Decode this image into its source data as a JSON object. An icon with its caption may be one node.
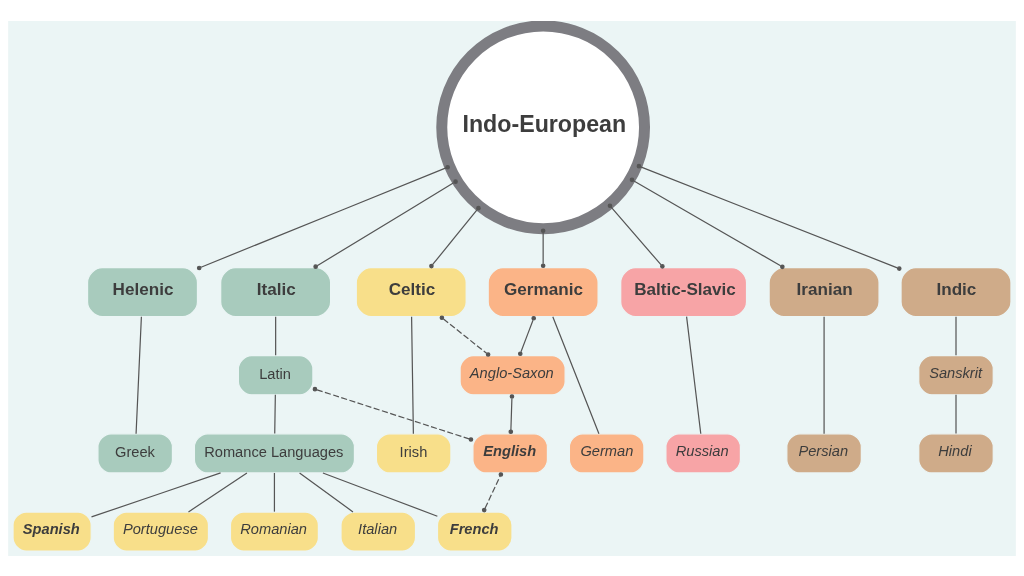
{
  "diagram": {
    "nodes": [
      {
        "text": [
          "Indo-European"
        ]
      },
      {
        "text": [
          "Helenic"
        ]
      },
      {
        "text": [
          "Italic"
        ]
      },
      {
        "text": [
          "Celtic"
        ]
      },
      {
        "text": [
          "Germanic"
        ]
      },
      {
        "text": [
          "Baltic-Slavic"
        ]
      },
      {
        "text": [
          "Iranian"
        ]
      },
      {
        "text": [
          "Indic"
        ]
      },
      {
        "text": [
          "Latin"
        ]
      },
      {
        "text": [
          "Anglo-Saxon"
        ]
      },
      {
        "text": [
          "Sanskrit"
        ]
      },
      {
        "text": [
          "Greek"
        ]
      },
      {
        "text": [
          "Romance Languages"
        ]
      },
      {
        "text": [
          "Irish"
        ]
      },
      {
        "text": [
          "English"
        ]
      },
      {
        "text": [
          "German"
        ]
      },
      {
        "text": [
          "Russian"
        ]
      },
      {
        "text": [
          "Persian"
        ]
      },
      {
        "text": [
          "Hindi"
        ]
      },
      {
        "text": [
          "Spanish"
        ]
      },
      {
        "text": [
          "Portuguese"
        ]
      },
      {
        "text": [
          "Romanian"
        ]
      },
      {
        "text": [
          "Italian"
        ]
      },
      {
        "text": [
          "French"
        ]
      }
    ],
    "edges": [
      {
        "from": 0,
        "to": 1,
        "arrow": "other"
      },
      {
        "from": 0,
        "to": 2,
        "arrow": "other"
      },
      {
        "from": 0,
        "to": 3,
        "arrow": "other"
      },
      {
        "from": 0,
        "to": 4,
        "arrow": "other"
      },
      {
        "from": 0,
        "to": 5,
        "arrow": "other"
      },
      {
        "from": 0,
        "to": 6,
        "arrow": "other"
      },
      {
        "from": 0,
        "to": 7,
        "arrow": "other"
      },
      {
        "from": 1,
        "to": 11,
        "arrow": "none"
      },
      {
        "from": 2,
        "to": 8,
        "arrow": "none"
      },
      {
        "from": 8,
        "to": 12,
        "arrow": "none"
      },
      {
        "from": 12,
        "to": 19,
        "arrow": "none"
      },
      {
        "from": 12,
        "to": 20,
        "arrow": "none"
      },
      {
        "from": 12,
        "to": 21,
        "arrow": "none"
      },
      {
        "from": 12,
        "to": 22,
        "arrow": "none"
      },
      {
        "from": 12,
        "to": 23,
        "arrow": "none"
      },
      {
        "from": 3,
        "to": 13,
        "arrow": "none"
      },
      {
        "from": 3,
        "to": 9,
        "arrow": "other",
        "style": "dashed"
      },
      {
        "from": 4,
        "to": 9,
        "arrow": "other"
      },
      {
        "from": 4,
        "to": 15,
        "arrow": "none"
      },
      {
        "from": 9,
        "to": 14,
        "arrow": "other"
      },
      {
        "from": 8,
        "to": 14,
        "arrow": "other",
        "style": "dashed"
      },
      {
        "from": 23,
        "to": 14,
        "arrow": "other",
        "style": "dashed"
      },
      {
        "from": 5,
        "to": 16,
        "arrow": "none"
      },
      {
        "from": 6,
        "to": 17,
        "arrow": "none"
      },
      {
        "from": 7,
        "to": 10,
        "arrow": "none"
      },
      {
        "from": 10,
        "to": 18,
        "arrow": "none"
      }
    ]
  }
}
